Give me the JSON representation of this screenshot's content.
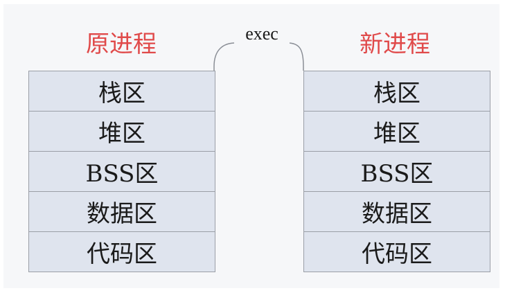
{
  "original_process": {
    "title": "原进程",
    "segments": [
      "栈区",
      "堆区",
      "BSS区",
      "数据区",
      "代码区"
    ]
  },
  "new_process": {
    "title": "新进程",
    "segments": [
      "栈区",
      "堆区",
      "BSS区",
      "数据区",
      "代码区"
    ]
  },
  "transition": {
    "label": "exec"
  },
  "colors": {
    "title": "#e04a4a",
    "segment_fill": "#dfe4ee",
    "border": "#9a9ea6",
    "background": "#f6f7f9"
  }
}
